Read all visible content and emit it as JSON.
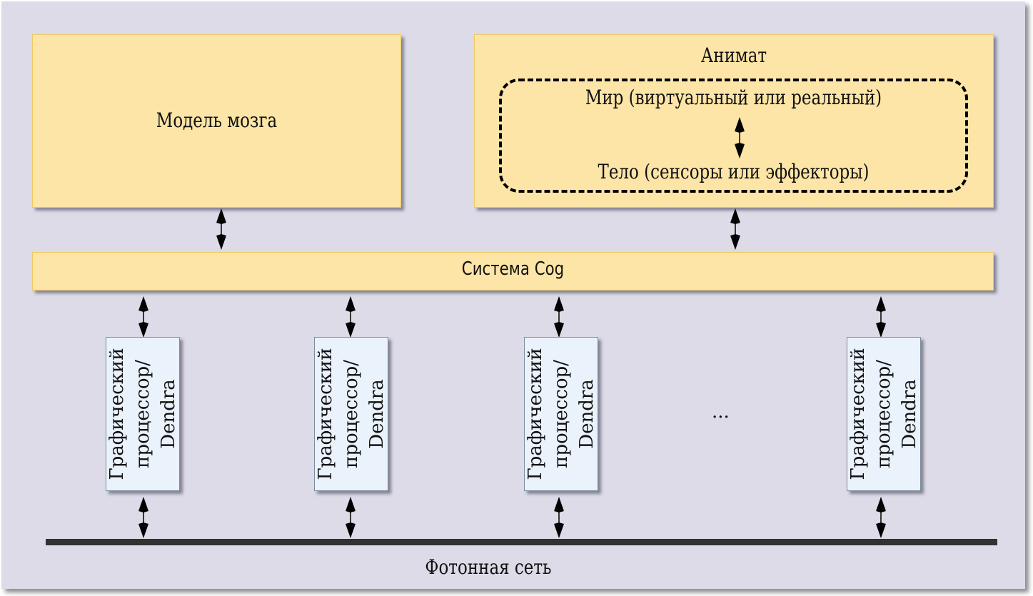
{
  "diagram": {
    "brain_model": {
      "label": "Модель мозга"
    },
    "animat": {
      "title": "Анимат",
      "world": "Мир (виртуальный или реальный)",
      "body": "Тело (сенсоры или эффекторы)"
    },
    "cog_system": {
      "label": "Система Cog"
    },
    "gpu_nodes": [
      {
        "lines": [
          "Графический",
          "процессор/",
          "Dendra"
        ]
      },
      {
        "lines": [
          "Графический",
          "процессор/",
          "Dendra"
        ]
      },
      {
        "lines": [
          "Графический",
          "процессор/",
          "Dendra"
        ]
      },
      {
        "lines": [
          "Графический",
          "процессор/",
          "Dendra"
        ]
      }
    ],
    "ellipsis": "...",
    "photonic_network": {
      "label": "Фотонная сеть"
    },
    "connections": [
      {
        "from": "Модель мозга",
        "to": "Система Cog",
        "type": "bidirectional"
      },
      {
        "from": "Анимат",
        "to": "Система Cog",
        "type": "bidirectional"
      },
      {
        "from": "Мир (виртуальный или реальный)",
        "to": "Тело (сенсоры или эффекторы)",
        "type": "bidirectional"
      },
      {
        "from": "Система Cog",
        "to": "Графический процессор/Dendra",
        "type": "bidirectional",
        "count": 4
      },
      {
        "from": "Графический процессор/Dendra",
        "to": "Фотонная сеть",
        "type": "bidirectional",
        "count": 4
      }
    ],
    "colors": {
      "background": "#dddbe8",
      "yellow_box": "#fce5a6",
      "yellow_border": "#f0c860",
      "gpu_box": "#eaf2fb",
      "gpu_border": "#7d8c9c",
      "network_bar": "#333230"
    }
  }
}
